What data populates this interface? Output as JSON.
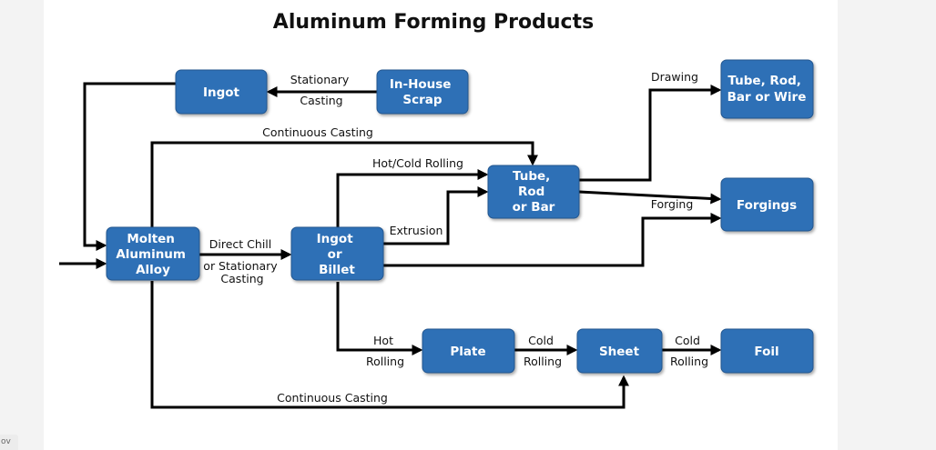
{
  "diagram": {
    "title": "Aluminum Forming Products",
    "nodes": {
      "ingot_top": [
        "Ingot"
      ],
      "scrap": [
        "In-House",
        "Scrap"
      ],
      "molten": [
        "Molten",
        "Aluminum",
        "Alloy"
      ],
      "billet": [
        "Ingot",
        "or",
        "Billet"
      ],
      "tube_mid": [
        "Tube,",
        "Rod",
        "or Bar"
      ],
      "tube_right": [
        "Tube, Rod,",
        "Bar or Wire"
      ],
      "forgings": [
        "Forgings"
      ],
      "plate": [
        "Plate"
      ],
      "sheet": [
        "Sheet"
      ],
      "foil": [
        "Foil"
      ]
    },
    "edge_labels": {
      "stationary_casting": [
        "Stationary",
        "Casting"
      ],
      "continuous_casting_top": "Continuous Casting",
      "hot_cold_rolling": "Hot/Cold Rolling",
      "extrusion": "Extrusion",
      "direct_chill": [
        "Direct Chill",
        "or Stationary",
        "Casting"
      ],
      "drawing": "Drawing",
      "forging": "Forging",
      "hot_rolling": [
        "Hot",
        "Rolling"
      ],
      "cold_rolling_1": [
        "Cold",
        "Rolling"
      ],
      "cold_rolling_2": [
        "Cold",
        "Rolling"
      ],
      "continuous_casting_bottom": "Continuous Casting"
    }
  },
  "corner_tag": "ov"
}
